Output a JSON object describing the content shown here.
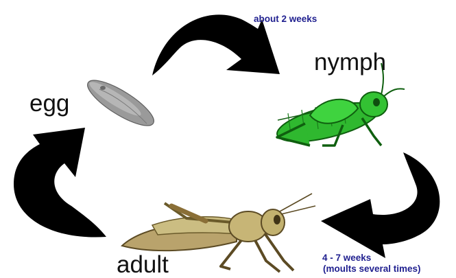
{
  "stages": {
    "egg": "egg",
    "nymph": "nymph",
    "adult": "adult"
  },
  "durations": {
    "egg_to_nymph": "about 2 weeks",
    "nymph_to_adult": "4 - 7 weeks",
    "nymph_to_adult_note": "(moults several times)"
  },
  "colors": {
    "arrow": "#000000",
    "stage_label": "#111111",
    "duration_note": "#1f1f8f",
    "egg": "#8f8f8f",
    "nymph": "#2fb82f",
    "adult": "#b5a86a"
  }
}
